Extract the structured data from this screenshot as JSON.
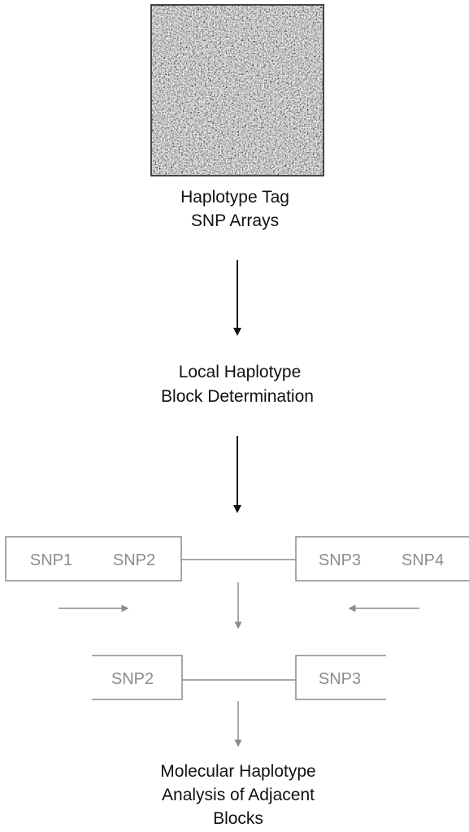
{
  "step1": {
    "line1": "Haplotype Tag",
    "line2": "SNP Arrays"
  },
  "step2": {
    "line1": "Local Haplotype",
    "line2": "Block Determination"
  },
  "block_left": {
    "snp_a": "SNP1",
    "snp_b": "SNP2"
  },
  "block_right": {
    "snp_a": "SNP3",
    "snp_b": "SNP4"
  },
  "block_bottom": {
    "snp_left": "SNP2",
    "snp_right": "SNP3"
  },
  "step3": {
    "line1": "Molecular Haplotype",
    "line2": "Analysis of Adjacent",
    "line3": "Blocks"
  },
  "colors": {
    "dark": "#111111",
    "grey": "#8c8c8c"
  }
}
